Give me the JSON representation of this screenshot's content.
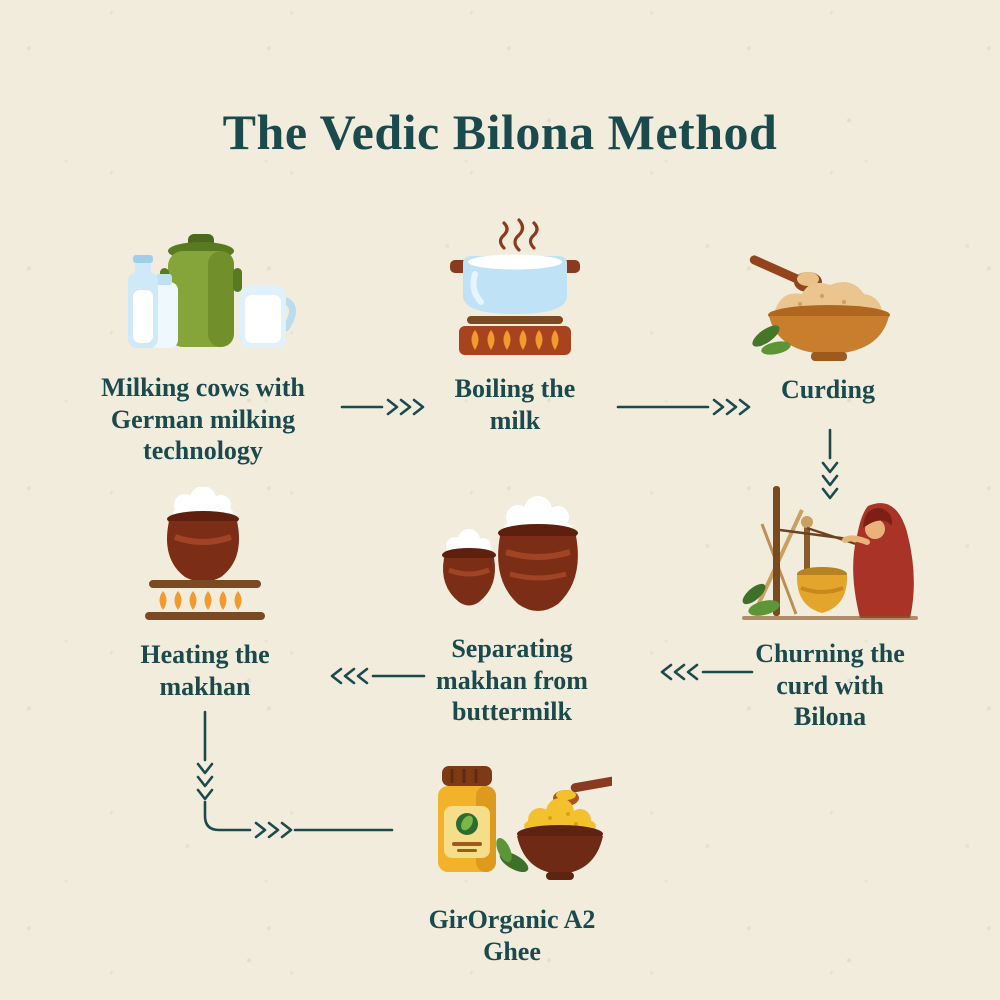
{
  "title": "The Vedic Bilona Method",
  "steps": {
    "milking": {
      "label": "Milking cows with German milking technology",
      "icon": "milk-containers-icon"
    },
    "boiling": {
      "label": "Boiling the milk",
      "icon": "boiling-pot-icon"
    },
    "curding": {
      "label": "Curding",
      "icon": "curd-bowl-icon"
    },
    "churning": {
      "label": "Churning the curd with Bilona",
      "icon": "bilona-churning-icon"
    },
    "separating": {
      "label": "Separating makhan from buttermilk",
      "icon": "makhan-pots-icon"
    },
    "heating": {
      "label": "Heating the makhan",
      "icon": "heating-pot-icon"
    },
    "ghee": {
      "label": "GirOrganic A2 Ghee",
      "icon": "ghee-jar-bowl-icon"
    }
  },
  "connections": [
    {
      "from": "milking",
      "to": "boiling",
      "direction": "right"
    },
    {
      "from": "boiling",
      "to": "curding",
      "direction": "right"
    },
    {
      "from": "curding",
      "to": "churning",
      "direction": "down"
    },
    {
      "from": "churning",
      "to": "separating",
      "direction": "left"
    },
    {
      "from": "separating",
      "to": "heating",
      "direction": "left"
    },
    {
      "from": "heating",
      "to": "ghee",
      "direction": "down-right"
    }
  ],
  "colors": {
    "background": "#f2ecdd",
    "text": "#1b4a4d",
    "arrow": "#1b4a4d",
    "flame_orange": "#f19a2d",
    "pot_brown": "#7c2d16",
    "leaf_green": "#467628",
    "ghee_yellow": "#f3c12e"
  }
}
